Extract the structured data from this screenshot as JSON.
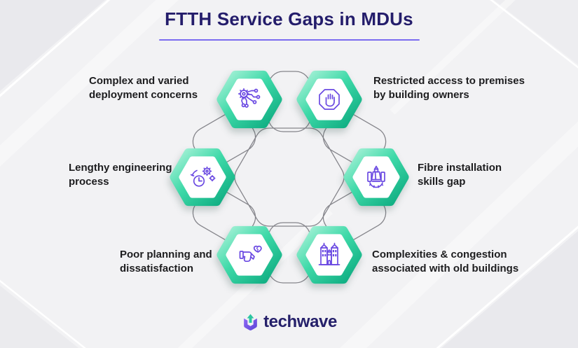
{
  "title": {
    "text": "FTTH Service Gaps in MDUs"
  },
  "items": [
    {
      "icon": "circuit-gear-icon",
      "lines": [
        "Complex and varied",
        "deployment concerns"
      ]
    },
    {
      "icon": "stop-hand-icon",
      "lines": [
        "Restricted access to premises",
        "by building owners"
      ]
    },
    {
      "icon": "gears-clock-icon",
      "lines": [
        "Lengthy engineering",
        "process"
      ]
    },
    {
      "icon": "fibre-splicer-tool-icon",
      "lines": [
        "Fibre installation",
        "skills gap"
      ]
    },
    {
      "icon": "thumbs-down-broken-heart-icon",
      "lines": [
        "Poor planning and",
        "dissatisfaction"
      ]
    },
    {
      "icon": "old-building-icon",
      "lines": [
        "Complexities & congestion",
        "associated with old buildings"
      ]
    }
  ],
  "footer": {
    "brand": "techwave",
    "logo_icon": "techwave-arrow-cube-icon"
  },
  "colors": {
    "hex_teal_light": "#a9f2d8",
    "hex_teal_dark": "#0caa7f",
    "icon_purple": "#6b4ae2",
    "title_navy": "#241d6b",
    "underline_purple": "#7b6bf0",
    "text_dark": "#1d1d1f",
    "background": "#f2f2f4",
    "wireframe_gray": "#85858b"
  }
}
